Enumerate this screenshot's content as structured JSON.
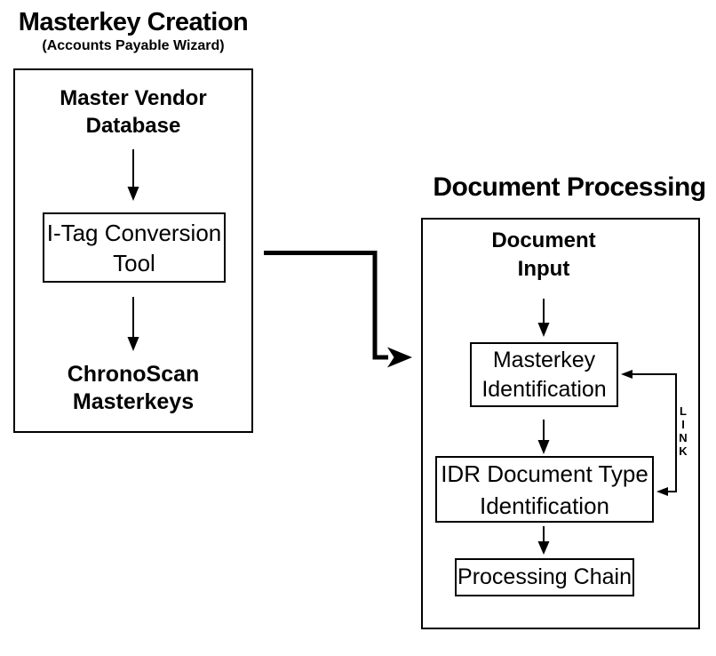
{
  "page": {
    "background": "#ffffff",
    "ink_color": "#000000"
  },
  "masterkey_creation": {
    "title": "Masterkey Creation",
    "subtitle": "(Accounts Payable Wizard)",
    "nodes": [
      {
        "id": "master-vendor-database",
        "label": "Master Vendor Database",
        "style": "plain-bold"
      },
      {
        "id": "itag-conversion-tool",
        "label": "I-Tag Conversion Tool",
        "style": "boxed"
      },
      {
        "id": "chronoscan-masterkeys",
        "label": "ChronoScan Masterkeys",
        "style": "plain-bold"
      }
    ]
  },
  "document_processing": {
    "title": "Document Processing",
    "nodes": [
      {
        "id": "document-input",
        "label": "Document Input",
        "style": "plain-bold"
      },
      {
        "id": "masterkey-identification",
        "label": "Masterkey Identification",
        "style": "boxed"
      },
      {
        "id": "idr-document-type-identification",
        "label": "IDR Document Type Identification",
        "style": "boxed"
      },
      {
        "id": "processing-chain",
        "label": "Processing Chain",
        "style": "boxed"
      }
    ],
    "link_label": "LINK"
  }
}
